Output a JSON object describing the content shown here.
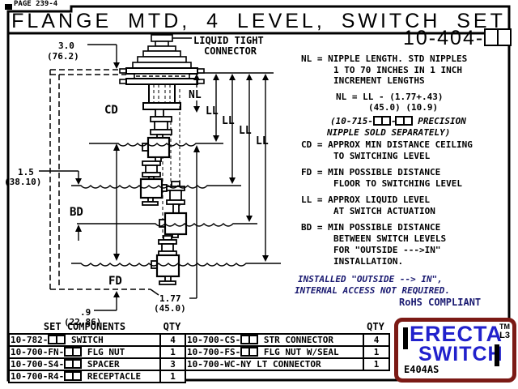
{
  "page": {
    "page_label": "PAGE 239-4",
    "title": "FLANGE MTD, 4 LEVEL, SWITCH SET",
    "part_number": "10-404-□□"
  },
  "notes": {
    "nl_def_1": "NL = NIPPLE LENGTH. STD NIPPLES",
    "nl_def_2": "1 TO 70 INCHES IN 1 INCH",
    "nl_def_3": "INCREMENT LENGTHS",
    "formula_1": "NL = LL - (1.77+.43)",
    "formula_2": "(45.0) (10.9)",
    "precision_1": "(10-715-□□-□□ PRECISION",
    "precision_2": "NIPPLE SOLD SEPARATELY)",
    "cd_1": "CD = APPROX MIN DISTANCE CEILING",
    "cd_2": "TO SWITCHING LEVEL",
    "fd_1": "FD = MIN POSSIBLE DISTANCE",
    "fd_2": "FLOOR TO SWITCHING LEVEL",
    "ll_1": "LL = APPROX LIQUID LEVEL",
    "ll_2": "AT SWITCH ACTUATION",
    "bd_1": "BD = MIN POSSIBLE DISTANCE",
    "bd_2": "BETWEEN SWITCH LEVELS",
    "bd_3": "FOR \"OUTSIDE --->IN\"",
    "bd_4": "INSTALLATION.",
    "installed_1": "INSTALLED \"OUTSIDE --> IN\",",
    "installed_2": "INTERNAL ACCESS NOT REQUIRED.",
    "rohs": "RoHS COMPLIANT"
  },
  "diagram": {
    "liquid_tight_line1": "LIQUID TIGHT",
    "liquid_tight_line2": "CONNECTOR",
    "ceiling_offset": "3.0",
    "ceiling_offset_mm": "(76.2)",
    "cd_label": "CD",
    "nl_label": "NL",
    "ll_label": "LL",
    "bd_value": "1.5",
    "bd_value_mm": "(38.10)",
    "bd_label": "BD",
    "fd_label": "FD",
    "floor_offset": ".9",
    "floor_offset_mm": "(22.86)",
    "switch_offset": "1.77",
    "switch_offset_mm": "(45.0)"
  },
  "components": {
    "set_header": "SET COMPONENTS",
    "qty_header": "QTY",
    "qty_header_right": "QTY",
    "left_rows": [
      {
        "part": "10-782-□□ SWITCH",
        "qty": "4"
      },
      {
        "part": "10-700-FN-□□ FLG NUT",
        "qty": "1"
      },
      {
        "part": "10-700-S4-□□ SPACER",
        "qty": "3"
      },
      {
        "part": "10-700-R4-□□ RECEPTACLE",
        "qty": "1"
      }
    ],
    "right_rows": [
      {
        "part": "10-700-CS-□□ STR CONNECTOR",
        "qty": "4"
      },
      {
        "part": "10-700-FS-□□ FLG NUT W/SEAL",
        "qty": "1"
      },
      {
        "part": "10-700-WC-NY LT CONNECTOR",
        "qty": "1"
      }
    ]
  },
  "logo": {
    "brand_line1": "ERECTA",
    "brand_line2": "SWITCH",
    "tm": "TM",
    "l3": "L3",
    "code": "E404AS"
  },
  "colors": {
    "note_navy": "#191970",
    "logo_blue": "#2121cc",
    "logo_red": "#7b1a15",
    "line_black": "#000000"
  }
}
